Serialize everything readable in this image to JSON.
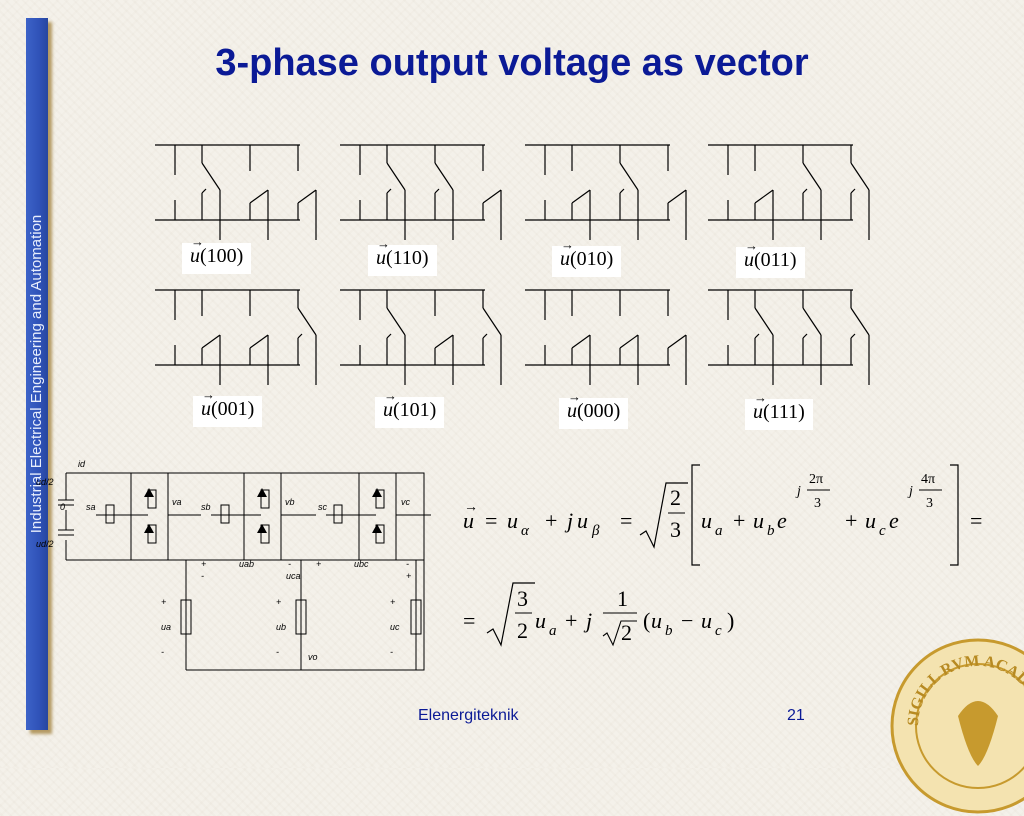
{
  "sidebar": {
    "text": "Industrial Electrical Engineering and Automation"
  },
  "title": "3-phase output voltage as vector",
  "vectors": [
    {
      "state": "(100)",
      "legs": [
        1,
        0,
        0
      ]
    },
    {
      "state": "(110)",
      "legs": [
        1,
        1,
        0
      ]
    },
    {
      "state": "(010)",
      "legs": [
        0,
        1,
        0
      ]
    },
    {
      "state": "(011)",
      "legs": [
        0,
        1,
        1
      ]
    },
    {
      "state": "(001)",
      "legs": [
        0,
        0,
        1
      ]
    },
    {
      "state": "(101)",
      "legs": [
        1,
        0,
        1
      ]
    },
    {
      "state": "(000)",
      "legs": [
        0,
        0,
        0
      ]
    },
    {
      "state": "(111)",
      "legs": [
        1,
        1,
        1
      ]
    }
  ],
  "vector_symbol": "u",
  "circuit": {
    "labels": {
      "id": "id",
      "ud2_top": "ud/2",
      "zero": "0",
      "ud2_bot": "ud/2",
      "sa": "sa",
      "sb": "sb",
      "sc": "sc",
      "va": "va",
      "vb": "vb",
      "vc": "vc",
      "uab": "uab",
      "uca": "uca",
      "ubc": "ubc",
      "ua": "ua",
      "ub": "ub",
      "uc": "uc",
      "vo": "vo",
      "plus": "+",
      "minus": "-"
    }
  },
  "equation": {
    "line1": {
      "u": "u",
      "eq": "=",
      "ua": "u",
      "sub_alpha": "α",
      "plus": "+",
      "j": "j",
      "ub": "u",
      "sub_beta": "β",
      "frac_num": "2",
      "frac_den": "3",
      "ta": "u",
      "sa": "a",
      "tb": "u",
      "sb": "b",
      "e": "e",
      "tc": "u",
      "sc": "c",
      "exp_j": "j",
      "exp_num": "2π",
      "exp_num2": "4π",
      "exp_den": "3"
    },
    "line2": {
      "sq_num": "3",
      "sq_den": "2",
      "ua": "u",
      "sa": "a",
      "j": "j",
      "f_num": "1",
      "f_den": "2",
      "ub": "u",
      "sb": "b",
      "minus": "−",
      "uc": "u",
      "sc": "c"
    }
  },
  "footer": {
    "center": "Elenergiteknik",
    "page": "21"
  },
  "seal": {
    "text": "SIGILL RVM ACADEMIAE CAROLINAE ADVT"
  }
}
